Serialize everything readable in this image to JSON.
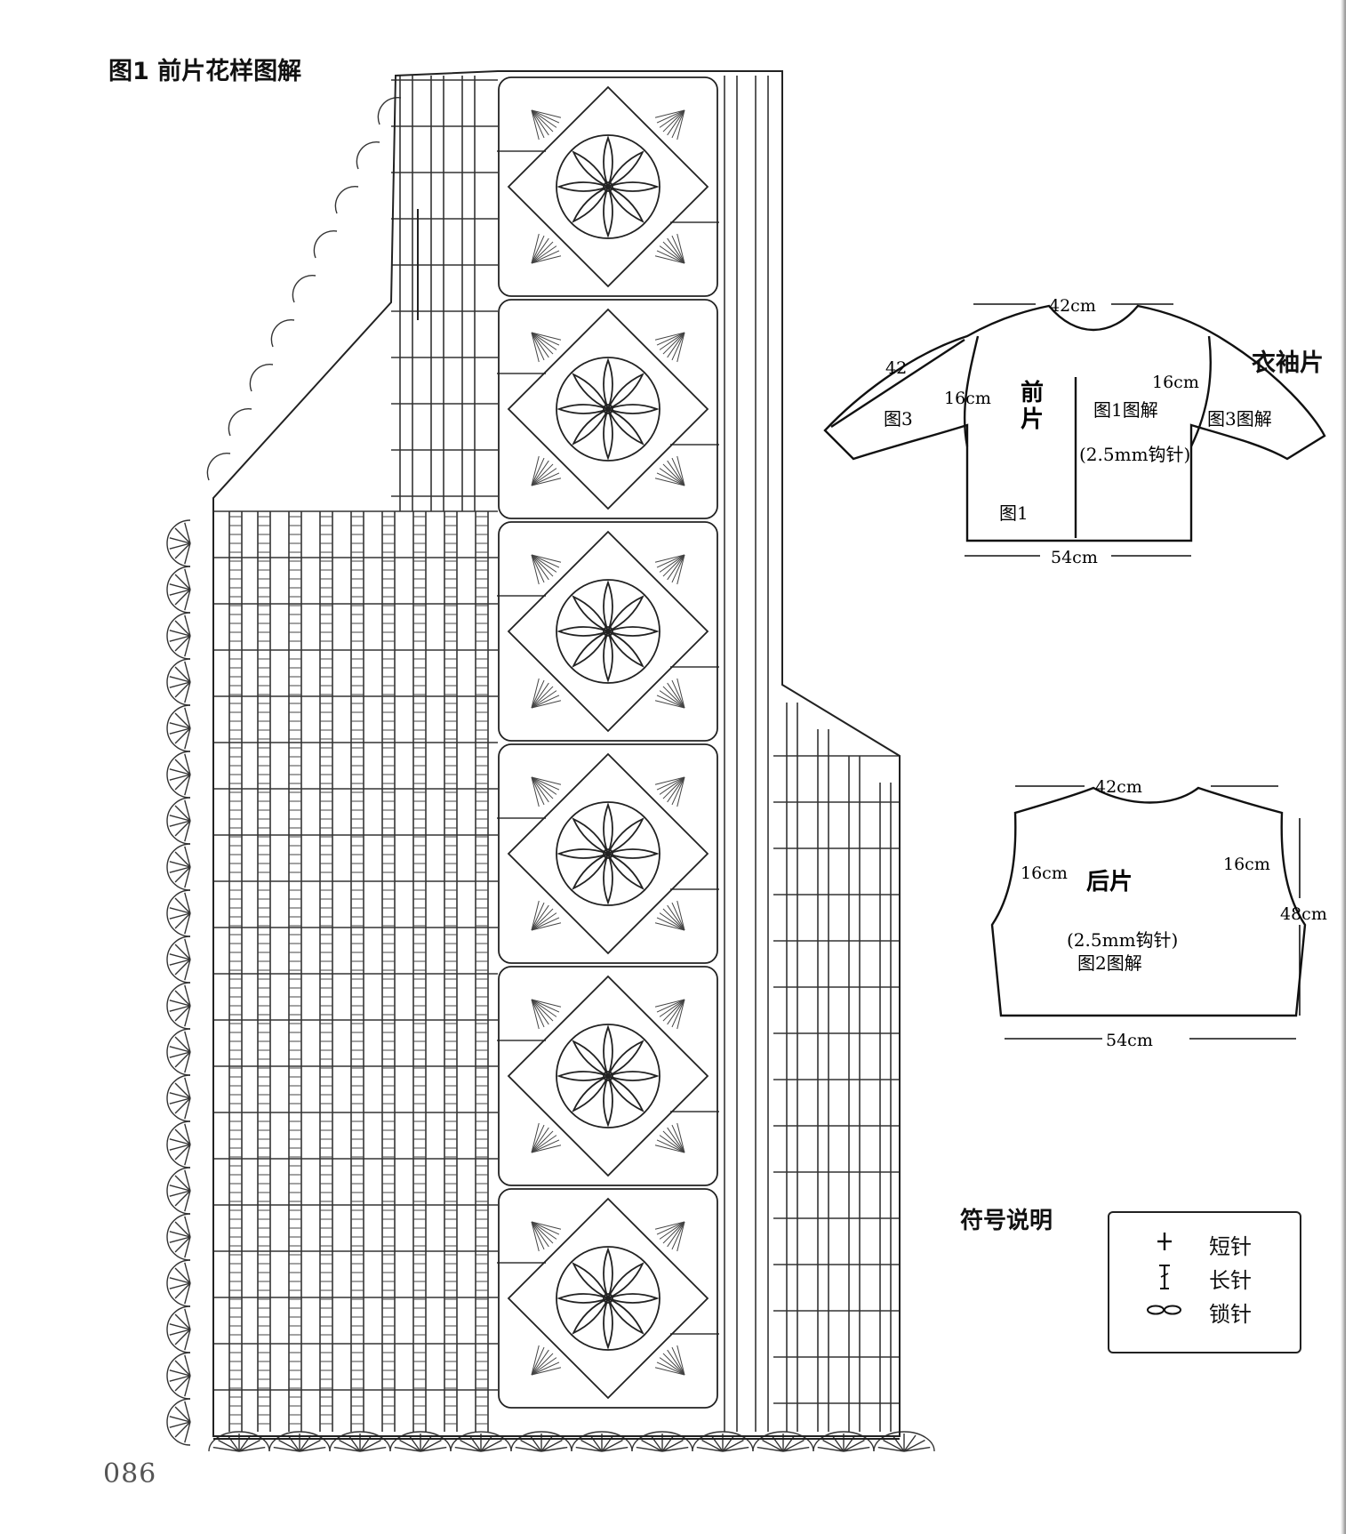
{
  "title": "图1 前片花样图解",
  "page_number": "086",
  "sleeve_diagram": {
    "heading": "衣袖片",
    "top_width": "42cm",
    "bottom_width": "54cm",
    "sleeve_side": "42",
    "left_depth": "16cm",
    "right_depth": "16cm",
    "piece_name": "前片",
    "front_chart_ref": "图1图解",
    "hook_size": "(2.5mm钩针)",
    "left_sleeve_ref": "图3",
    "right_sleeve_ref": "图3图解",
    "front_lower_ref": "图1"
  },
  "back_diagram": {
    "top_width": "42cm",
    "bottom_width": "54cm",
    "left_depth": "16cm",
    "right_depth": "16cm",
    "height": "48cm",
    "piece_name": "后片",
    "hook_size": "(2.5mm钩针)",
    "chart_ref": "图2图解"
  },
  "legend": {
    "title": "符号说明",
    "items": [
      {
        "symbol": "single-crochet-icon",
        "label": "短针"
      },
      {
        "symbol": "double-crochet-icon",
        "label": "长针"
      },
      {
        "symbol": "chain-stitch-icon",
        "label": "锁针"
      }
    ]
  }
}
